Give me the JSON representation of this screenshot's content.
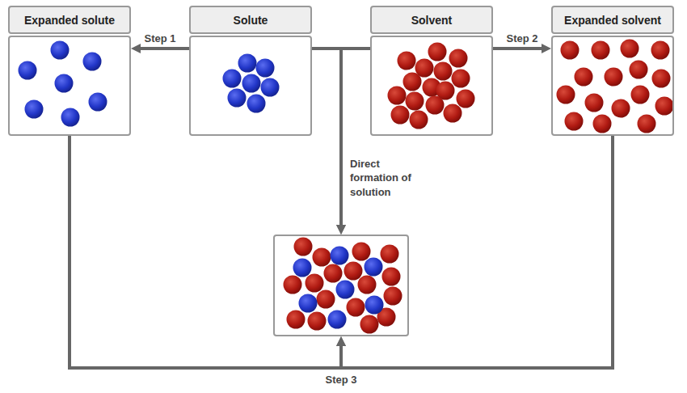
{
  "diagram": {
    "nodes": [
      {
        "text": [
          "Expanded solute"
        ]
      },
      {
        "text": [
          "Solute"
        ]
      },
      {
        "text": [
          "Solvent"
        ]
      },
      {
        "text": [
          "Expanded solvent"
        ]
      },
      {
        "text": []
      }
    ],
    "edges": [
      {
        "from": 1,
        "to": 0,
        "arrow": "to",
        "label": "Step 1"
      },
      {
        "from": 2,
        "to": 3,
        "arrow": "to",
        "label": "Step 2"
      },
      {
        "from": 1,
        "to": 4,
        "arrow": "to",
        "label": "Direct formation of solution"
      },
      {
        "from": 2,
        "to": 4,
        "arrow": "to"
      },
      {
        "from": 0,
        "to": 4,
        "arrow": "to",
        "label": "Step 3"
      },
      {
        "from": 3,
        "to": 4,
        "arrow": "to"
      }
    ]
  }
}
